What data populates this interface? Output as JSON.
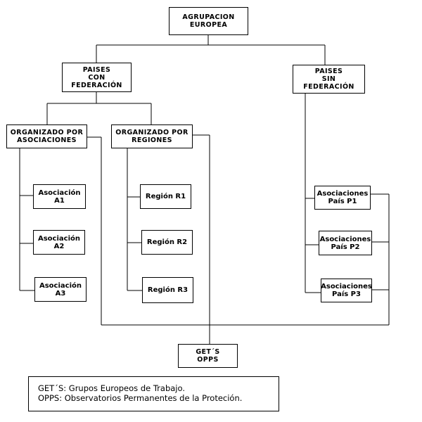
{
  "root": {
    "line1": "AGRUPACION",
    "line2": "EUROPEA"
  },
  "con_federacion": {
    "line1": "PAISES",
    "line2": "CON",
    "line3": "FEDERACIÓN"
  },
  "sin_federacion": {
    "line1": "PAISES",
    "line2": "SIN",
    "line3": "FEDERACIÓN"
  },
  "por_asociaciones": {
    "line1": "ORGANIZADO POR",
    "line2": "ASOCIACIONES"
  },
  "por_regiones": {
    "line1": "ORGANIZADO POR",
    "line2": "REGIONES"
  },
  "asociaciones": [
    {
      "line1": "Asociación",
      "line2": "A1"
    },
    {
      "line1": "Asociación",
      "line2": "A2"
    },
    {
      "line1": "Asociación",
      "line2": "A3"
    }
  ],
  "regiones": [
    {
      "label": "Región R1"
    },
    {
      "label": "Región R2"
    },
    {
      "label": "Región R3"
    }
  ],
  "paises": [
    {
      "line1": "Asociaciones",
      "line2": "País P1"
    },
    {
      "line1": "Asociaciones",
      "line2": "País P2"
    },
    {
      "line1": "Asociaciones",
      "line2": "País P3"
    }
  ],
  "gets": {
    "line1": "GET´S",
    "line2": "OPPS"
  },
  "legend": {
    "line1": "GET´S: Grupos Europeos de Trabajo.",
    "line2": "OPPS: Observatorios Permanentes de la Proteción."
  }
}
